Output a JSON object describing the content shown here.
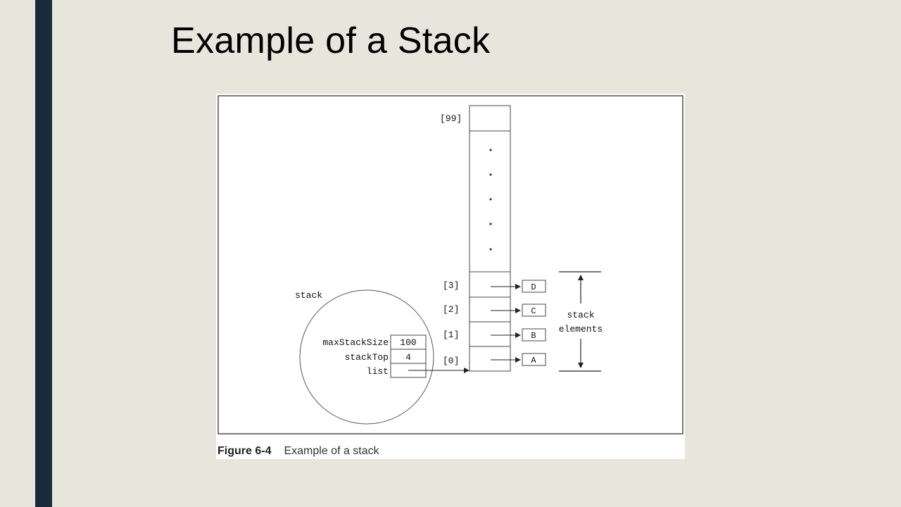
{
  "slide": {
    "title": "Example of a Stack"
  },
  "figure": {
    "caption_label": "Figure 6-4",
    "caption_text": "Example of a stack",
    "stack_label": "stack",
    "fields": {
      "max_stack_size_label": "maxStackSize",
      "max_stack_size_value": "100",
      "stack_top_label": "stackTop",
      "stack_top_value": "4",
      "list_label": "list"
    },
    "array_indices": {
      "top": "[99]",
      "i3": "[3]",
      "i2": "[2]",
      "i1": "[1]",
      "i0": "[0]"
    },
    "elements": {
      "d": "D",
      "c": "C",
      "b": "B",
      "a": "A"
    },
    "bracket_label_line1": "stack",
    "bracket_label_line2": "elements"
  },
  "colors": {
    "background": "#e8e5dc",
    "accent_bar": "#1b2a3a",
    "figure_background": "#ffffff",
    "line": "#333333"
  }
}
